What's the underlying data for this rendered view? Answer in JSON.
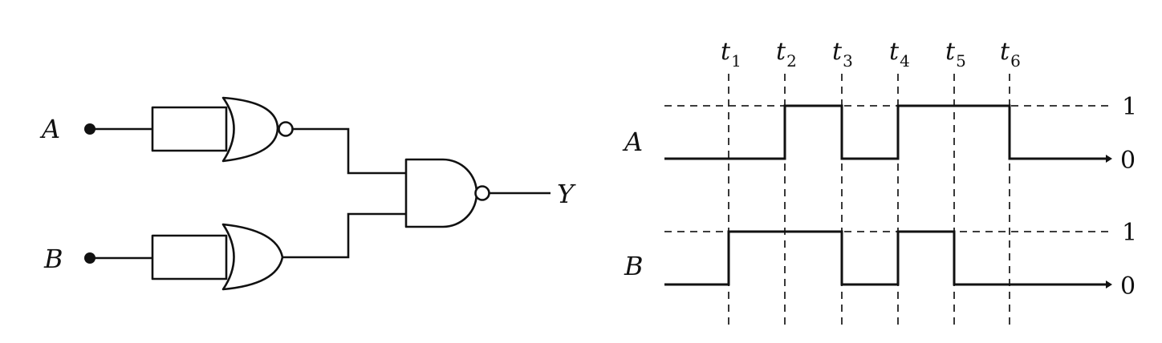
{
  "circuit": {
    "input_a_label": "A",
    "input_b_label": "B",
    "output_label": "Y"
  },
  "timing": {
    "signal_a_label": "A",
    "signal_b_label": "B",
    "level_high_label": "1",
    "level_low_label": "0",
    "time_marks": [
      {
        "letter": "t",
        "sub": "1"
      },
      {
        "letter": "t",
        "sub": "2"
      },
      {
        "letter": "t",
        "sub": "3"
      },
      {
        "letter": "t",
        "sub": "4"
      },
      {
        "letter": "t",
        "sub": "5"
      },
      {
        "letter": "t",
        "sub": "6"
      }
    ],
    "waveform_a": [
      0,
      0,
      1,
      0,
      1,
      1,
      0
    ],
    "waveform_b": [
      0,
      1,
      1,
      0,
      1,
      0,
      0
    ]
  }
}
